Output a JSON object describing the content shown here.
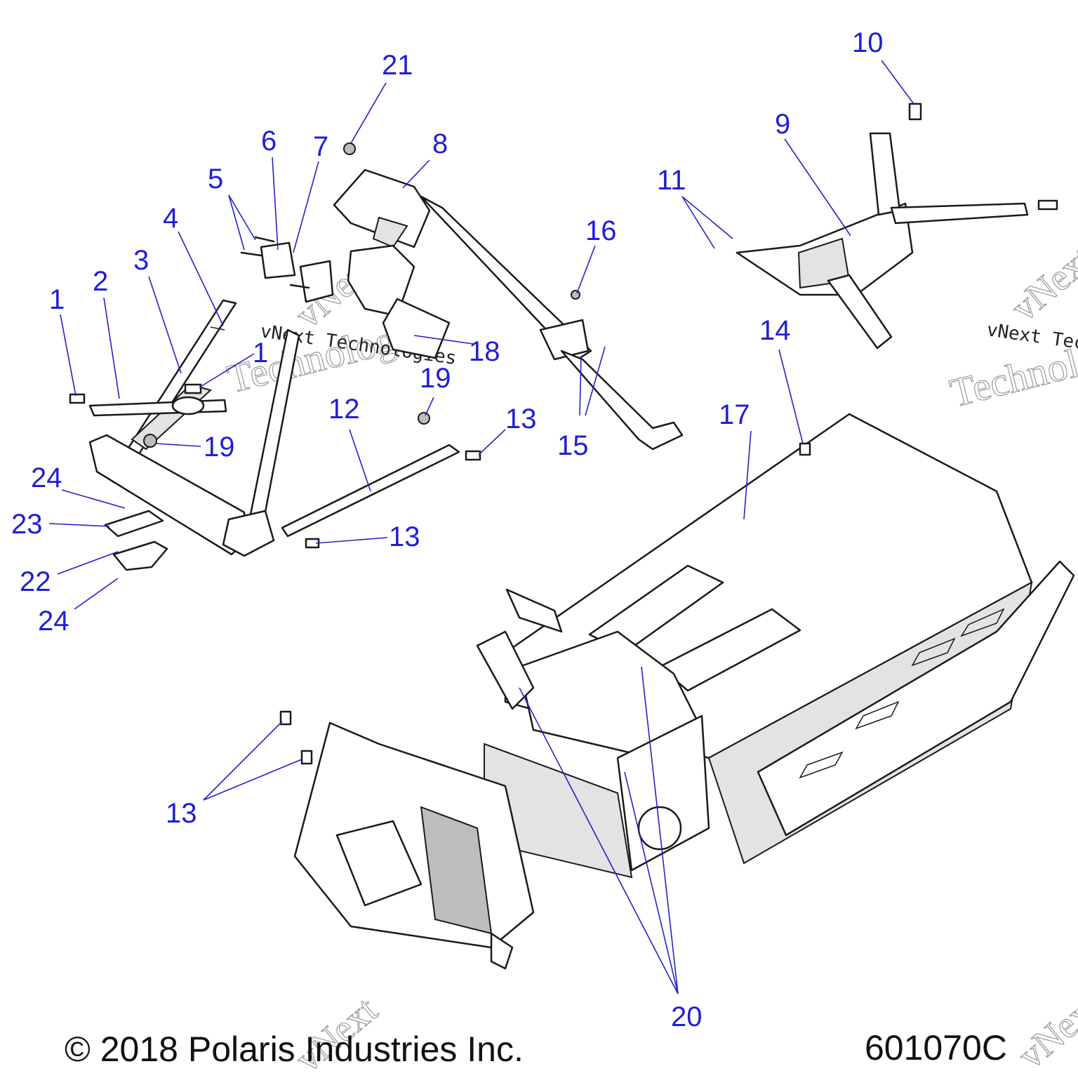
{
  "callouts": [
    {
      "label": "1"
    },
    {
      "label": "2"
    },
    {
      "label": "3"
    },
    {
      "label": "4"
    },
    {
      "label": "5"
    },
    {
      "label": "6"
    },
    {
      "label": "7"
    },
    {
      "label": "8"
    },
    {
      "label": "9"
    },
    {
      "label": "10"
    },
    {
      "label": "11"
    },
    {
      "label": "1"
    },
    {
      "label": "12"
    },
    {
      "label": "13"
    },
    {
      "label": "13"
    },
    {
      "label": "14"
    },
    {
      "label": "15"
    },
    {
      "label": "16"
    },
    {
      "label": "17"
    },
    {
      "label": "18"
    },
    {
      "label": "19"
    },
    {
      "label": "19"
    },
    {
      "label": "20"
    },
    {
      "label": "21"
    },
    {
      "label": "22"
    },
    {
      "label": "23"
    },
    {
      "label": "24"
    },
    {
      "label": "24"
    },
    {
      "label": "13"
    }
  ],
  "watermark": {
    "brand_line": "vNext Technologies",
    "word_v": "vNext",
    "word_t": "Technologies"
  },
  "footer": {
    "copyright": "© 2018 Polaris Industries Inc.",
    "diagram_id": "601070C"
  },
  "colors": {
    "callout": "#1f1fd6",
    "leader": "#2323c8",
    "line_art": "#1a1a1a"
  }
}
